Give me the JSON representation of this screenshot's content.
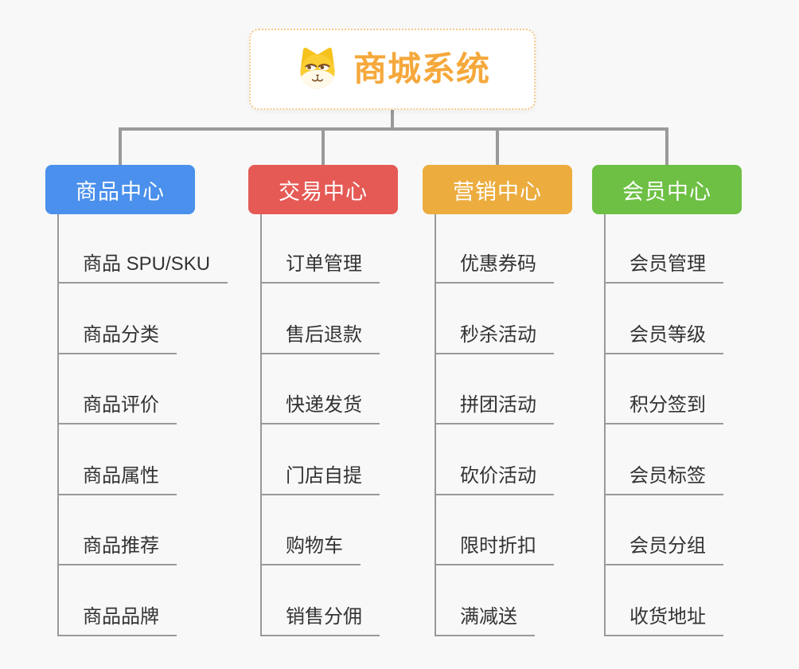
{
  "background": "#F8F8F8",
  "connector_color": "#9A9A9A",
  "leaf_line_color": "#999999",
  "leaf_text_color": "#333333",
  "root": {
    "title": "商城系统",
    "icon": "dog-face-icon",
    "text_color": "#F5A83B",
    "border_color": "#F6C988",
    "bg": "#FFFFFF"
  },
  "branches": [
    {
      "id": "product-center",
      "label": "商品中心",
      "color": "#4A90EC",
      "text_color": "#FFFFFF",
      "children": [
        "商品 SPU/SKU",
        "商品分类",
        "商品评价",
        "商品属性",
        "商品推荐",
        "商品品牌"
      ]
    },
    {
      "id": "trade-center",
      "label": "交易中心",
      "color": "#E55A55",
      "text_color": "#FFFFFF",
      "children": [
        "订单管理",
        "售后退款",
        "快递发货",
        "门店自提",
        "购物车",
        "销售分佣"
      ]
    },
    {
      "id": "marketing-center",
      "label": "营销中心",
      "color": "#ECAC3E",
      "text_color": "#FFFFFF",
      "children": [
        "优惠券码",
        "秒杀活动",
        "拼团活动",
        "砍价活动",
        "限时折扣",
        "满减送"
      ]
    },
    {
      "id": "member-center",
      "label": "会员中心",
      "color": "#6DC044",
      "text_color": "#FFFFFF",
      "children": [
        "会员管理",
        "会员等级",
        "积分签到",
        "会员标签",
        "会员分组",
        "收货地址"
      ]
    }
  ]
}
